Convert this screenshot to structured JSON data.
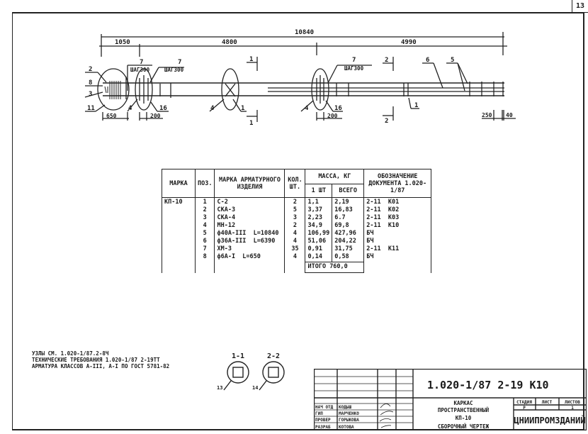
{
  "page_number": "13",
  "drawing": {
    "dimensions": {
      "overall": "10840",
      "left": "1050",
      "middle": "4800",
      "right": "4990",
      "end_650": "650",
      "step_200a": "200",
      "step_200b": "200",
      "end_250": "250",
      "end_40": "40"
    },
    "callouts": {
      "c2": "2",
      "c8": "8",
      "c3": "3",
      "c11": "11",
      "c4a": "4",
      "c16a": "16",
      "c4b": "4",
      "c1a": "1",
      "c4c": "4",
      "c16b": "16",
      "c1b": "1",
      "c6": "6",
      "c5": "5",
      "c7a": "7",
      "c7b": "7",
      "c7c": "7"
    },
    "step_labels": {
      "a": "ШАГ300",
      "b": "ШАГ300",
      "c": "ШАГ300"
    },
    "section_marks": {
      "s1_top": "1",
      "s1_bot": "1",
      "s2_top": "2",
      "s2_bot": "2"
    }
  },
  "spec_table": {
    "headers": {
      "mark": "МАРКА",
      "pos": "ПОЗ.",
      "item": "МАРКА АРМАТУРНОГО ИЗДЕЛИЯ",
      "qty": "КОЛ. ШТ.",
      "mass": "МАССА, КГ",
      "mass_one": "1 ШТ",
      "mass_total": "ВСЕГО",
      "doc": "ОБОЗНАЧЕНИЕ ДОКУМЕНТА 1.020-1/87"
    },
    "mark": "КП-10",
    "rows": [
      {
        "pos": "1",
        "item": "С-2",
        "qty": "2",
        "one": "1,1",
        "total": "2,19",
        "doc": "2-11  К01"
      },
      {
        "pos": "2",
        "item": "СКА-3",
        "qty": "5",
        "one": "3,37",
        "total": "16,83",
        "doc": "2-11  К02"
      },
      {
        "pos": "3",
        "item": "СКА-4",
        "qty": "3",
        "one": "2,23",
        "total": "6.7",
        "doc": "2-11  К03"
      },
      {
        "pos": "4",
        "item": "МН-12",
        "qty": "2",
        "one": "34,9",
        "total": "69,8",
        "doc": "2-11  К10"
      },
      {
        "pos": "5",
        "item": "ф40А-III  L=10840",
        "qty": "4",
        "one": "106,99",
        "total": "427,96",
        "doc": "БЧ"
      },
      {
        "pos": "6",
        "item": "ф36А-III  L=6390",
        "qty": "4",
        "one": "51,06",
        "total": "204,22",
        "doc": "БЧ"
      },
      {
        "pos": "7",
        "item": "ХМ-3",
        "qty": "35",
        "one": "0,91",
        "total": "31,75",
        "doc": "2-11  К11"
      },
      {
        "pos": "8",
        "item": "ф6А-I  L=650",
        "qty": "4",
        "one": "0,14",
        "total": "0,58",
        "doc": "БЧ"
      }
    ],
    "total_label": "ИТОГО 760,0"
  },
  "notes": [
    "УЗЛЫ СМ. 1.020-1/87.2-8Ч",
    "ТЕХНИЧЕСКИЕ ТРЕБОВАНИЯ 1.020-1/87 2-19ТТ",
    "АРМАТУРА КЛАССОВ А-III, А-I ПО ГОСТ 5781-82"
  ],
  "sections": [
    {
      "label": "1-1",
      "callout": "13"
    },
    {
      "label": "2-2",
      "callout": "14"
    }
  ],
  "title_block": {
    "code": "1.020-1/87 2-19 К10",
    "title_lines": [
      "КАРКАС",
      "ПРОСТРАНСТВЕННЫЙ",
      "КП-10",
      "СБОРОЧНЫЙ ЧЕРТЕЖ"
    ],
    "stage_header": "СТАДИЯ",
    "sheet_header": "ЛИСТ",
    "sheets_header": "ЛИСТОВ",
    "stage": "Р",
    "sheet": "",
    "sheets": "1",
    "organization": "ЦНИИПРОМЗДАНИЙ",
    "signatures": [
      {
        "role": "НАЧ ОТД",
        "name": "КОДЫШ"
      },
      {
        "role": "ГИП",
        "name": "МАРЧЕНКО"
      },
      {
        "role": "ПРОВЕР",
        "name": "ГОРЫКОВА"
      },
      {
        "role": "РАЗРАБ",
        "name": "КОТОВА"
      }
    ]
  }
}
